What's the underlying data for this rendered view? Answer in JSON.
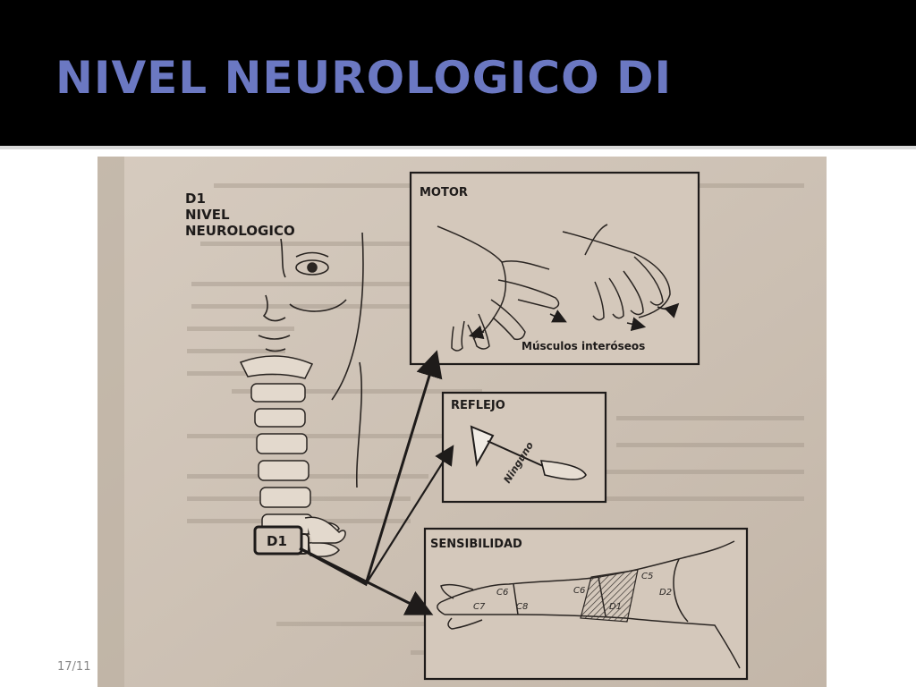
{
  "slide": {
    "title": "NIVEL NEUROLOGICO DI",
    "date": "17/11"
  },
  "figure": {
    "level_label": [
      "D1",
      "NIVEL",
      "NEUROLOGICO"
    ],
    "vertebra_tag": "D1",
    "motor": {
      "title": "MOTOR",
      "caption": "Músculos interóseos"
    },
    "reflejo": {
      "title": "REFLEJO",
      "result": "Ninguno"
    },
    "sensibilidad": {
      "title": "SENSIBILIDAD",
      "dermatomes": [
        "C6",
        "C7",
        "C8",
        "C6",
        "D1",
        "C5",
        "D2"
      ]
    }
  },
  "colors": {
    "title": "#6b78c2",
    "background": "#000000",
    "paper": "#cfc4b7",
    "ink": "#1e1b1a"
  },
  "icons": [
    "face-illustration",
    "cervical-spine-illustration",
    "hand-illustration",
    "reflex-hammer-icon",
    "arm-dermatome-illustration",
    "arrow-icon"
  ]
}
